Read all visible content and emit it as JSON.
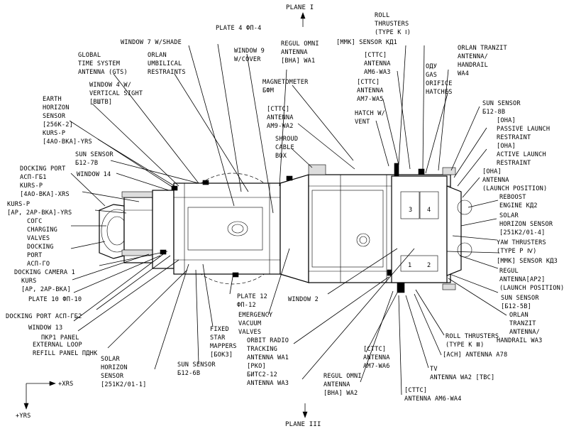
{
  "planes": {
    "top": "PLANE I",
    "bottom": "PLANE III"
  },
  "axes": {
    "x": "+XRS",
    "y": "+YRS"
  },
  "labels": {
    "window7": "WINDOW 7 W/SHADE",
    "plate4": "PLATE 4 ФП-4",
    "regul_omni_top": [
      "REGUL OMNI",
      "ANTENNA",
      "[ВНА] WA1"
    ],
    "window9": [
      "WINDOW 9",
      "W/COVER"
    ],
    "mmk_kd1": "[MMK] SENSOR КД1",
    "roll_top": [
      "ROLL",
      "THRUSTERS",
      "(TYPE K Ⅰ)"
    ],
    "gts": [
      "GLOBAL",
      "TIME SYSTEM",
      "ANTENNA (GTS)"
    ],
    "orlan_umb": [
      "ORLAN",
      "UMBILICAL",
      "RESTRAINTS"
    ],
    "orlan_tranzit_top": [
      "ORLAN TRANZIT",
      "ANTENNA/",
      "HANDRAIL",
      "WA4"
    ],
    "sttc_am6_wa3": [
      "[СТТС]",
      "ANTENNA",
      "AM6-WA3"
    ],
    "odu": [
      "ОДУ",
      "GAS",
      "ORIFICE",
      "HATCHES"
    ],
    "window4": [
      "WINDOW 4 W/",
      "VERTICAL SIGHT",
      "[ВШТВ]"
    ],
    "magnetometer": [
      "MAGNETOMETER",
      "БФМ"
    ],
    "sttc_am7_wa5": [
      "[СТТС]",
      "ANTENNA",
      "AM7-WA5"
    ],
    "earth_horizon": [
      "EARTH",
      "HORIZON",
      "SENSOR",
      "[256K-2]"
    ],
    "sun_b12_8b": [
      "SUN SENSOR",
      "Б12-8В"
    ],
    "sttc_am9_wa2": [
      "[СТТС]",
      "ANTENNA",
      "AM9-WA2"
    ],
    "hatch_vent": [
      "HATCH W/",
      "VENT"
    ],
    "kurs_p_top": [
      "KURS-P",
      "[4АО-ВКА]-YRS"
    ],
    "ona_passive": [
      "[ОНА]",
      "PASSIVE LAUNCH",
      "RESTRAINT"
    ],
    "shroud": [
      "SHROUD",
      "CABLE",
      "BOX"
    ],
    "ona_active": [
      "[ОНА]",
      "ACTIVE LAUNCH",
      "RESTRAINT"
    ],
    "sun_b12_7b": [
      "SUN SENSOR",
      "Б12-7В"
    ],
    "ona_antenna": [
      "[ОНА]",
      "ANTENNA",
      "(LAUNCH POSITION)"
    ],
    "docking_port_gb1": [
      "DOCKING PORT",
      "АСП-ГБ1"
    ],
    "window14": "WINDOW 14",
    "kurs_p_x": [
      "KURS-P",
      "[4АО-ВКА]-XRS"
    ],
    "reboost": [
      "REBOOST",
      "ENGINE КД2"
    ],
    "kurs_p_y": [
      "KURS-P",
      "[АР, 2АР-ВКА]-YRS"
    ],
    "solar_horizon_top": [
      "SOLAR",
      "HORIZON SENSOR",
      "[251K2/01-4]"
    ],
    "cogs": [
      "СОГС",
      "CHARGING",
      "VALVES"
    ],
    "yaw": [
      "YAW THRUSTERS",
      "(TYPE P Ⅳ)"
    ],
    "docking_port_go": [
      "DOCKING",
      "PORT",
      "АСП-ГО"
    ],
    "mmk_kd3": "[MMK] SENSOR КД3",
    "docking_camera": "DOCKING CAMERA 1",
    "regul_ap2": [
      "REGUL",
      "ANTENNA[АР2]",
      "(LAUNCH POSITION)"
    ],
    "kurs_ap": [
      "KURS",
      "[АР, 2АР-ВКА]"
    ],
    "plate10": "PLATE 10 ФП-10",
    "plate12": [
      "PLATE 12",
      "ФП-12"
    ],
    "window2": "WINDOW 2",
    "sun_b12_5b": [
      "SUN SENSOR",
      "[Б12-5В]"
    ],
    "docking_port_gb2": "DOCKING PORT АСП-ГБ2",
    "emergency": [
      "EMERGENCY",
      "VACUUM",
      "VALVES"
    ],
    "window13": "WINDOW 13",
    "orlan_tranzit_bottom": [
      "ORLAN",
      "TRANZIT",
      "ANTENNA/",
      "HANDRAIL WA3"
    ],
    "pkp1": "ПКР1 PANEL",
    "fixed_star": [
      "FIXED",
      "STAR",
      "MAPPERS",
      "[БОКЗ]"
    ],
    "roll_bottom": [
      "ROLL THRUSTERS",
      "(TYPE K Ⅲ)"
    ],
    "external_loop": [
      "EXTERNAL LOOP",
      "REFILL PANEL ПДНК"
    ],
    "orbit_radio": [
      "ORBIT RADIO",
      "TRACKING",
      "ANTENNA WA1",
      "[РКО]"
    ],
    "ach_a78": "[АСН] ANTENNA A78",
    "bitc2": [
      "БИТС2-12",
      "ANTENNA WA3"
    ],
    "sttc_am7_wa6": [
      "[СТТС]",
      "ANTENNA",
      "AM7-WA6"
    ],
    "solar_horizon_bottom": [
      "SOLAR",
      "HORIZON",
      "SENSOR",
      "[251K2/01-1]"
    ],
    "sun_b12_6b": [
      "SUN SENSOR",
      "Б12-6В"
    ],
    "tv_antenna": [
      "TV",
      "ANTENNA WA2 [ТВС]"
    ],
    "regul_omni_bottom": [
      "REGUL OMNI",
      "ANTENNA",
      "[ВНА] WA2"
    ],
    "sttc_am6_wa4": [
      "[СТТС]",
      "ANTENNA AM6-WA4"
    ]
  },
  "module_marks": [
    "3",
    "4",
    "1",
    "2"
  ]
}
